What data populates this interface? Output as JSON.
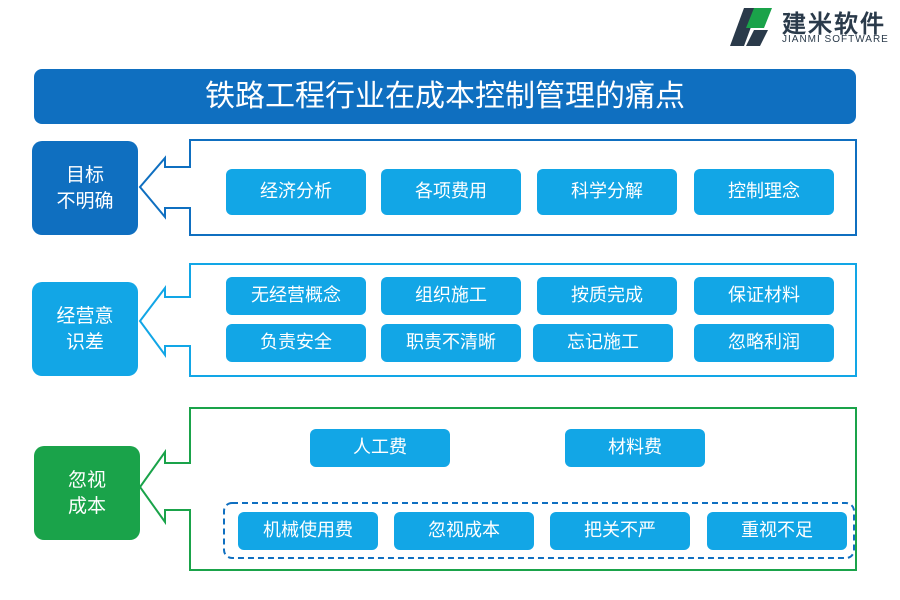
{
  "logo": {
    "name_cn": "建米软件",
    "name_en": "JIANMI SOFTWARE"
  },
  "title": "铁路工程行业在成本控制管理的痛点",
  "sections": [
    {
      "label": "目标不明确",
      "label_lines": [
        "目标",
        "不明确"
      ],
      "color": "#0f6fc0",
      "items": [
        "经济分析",
        "各项费用",
        "科学分解",
        "控制理念"
      ]
    },
    {
      "label": "经营意识差",
      "label_lines": [
        "经营意",
        "识差"
      ],
      "color": "#12a6e6",
      "items": [
        "无经营概念",
        "组织施工",
        "按质完成",
        "保证材料",
        "负责安全",
        "职责不清晰",
        "忘记施工",
        "忽略利润"
      ]
    },
    {
      "label": "忽视成本",
      "label_lines": [
        "忽视",
        "成本"
      ],
      "color": "#1aa34a",
      "items": [
        "人工费",
        "材料费",
        "机械使用费",
        "忽视成本",
        "把关不严",
        "重视不足"
      ]
    }
  ],
  "colors": {
    "primary": "#0f6fc0",
    "chip": "#12a6e6",
    "green": "#1aa34a",
    "text_on_fill": "#ffffff"
  }
}
